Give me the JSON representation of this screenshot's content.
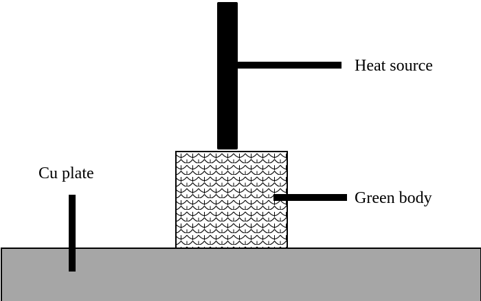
{
  "labels": {
    "heat_source": "Heat source",
    "green_body": "Green body",
    "cu_plate": "Cu plate"
  },
  "colors": {
    "plate_fill": "#a6a6a6",
    "outline": "#000000",
    "background": "#ffffff"
  }
}
